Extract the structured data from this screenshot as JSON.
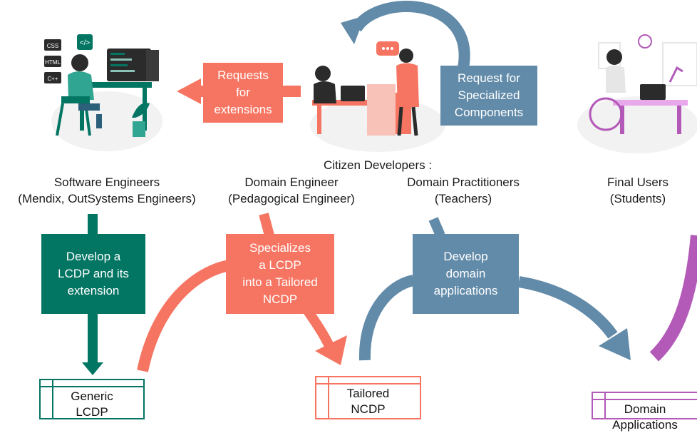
{
  "colors": {
    "teal": "#037563",
    "coral": "#f67562",
    "steel": "#628ba9",
    "purple": "#b35ab8",
    "text": "#1a1a1a"
  },
  "roles": {
    "software_engineers": {
      "line1": "Software Engineers",
      "line2": "(Mendix, OutSystems Engineers)"
    },
    "citizen_developers": {
      "title": "Citizen Developers :"
    },
    "domain_engineer": {
      "line1": "Domain Engineer",
      "line2": "(Pedagogical Engineer)"
    },
    "domain_practitioners": {
      "line1": "Domain Practitioners",
      "line2": "(Teachers)"
    },
    "final_users": {
      "line1": "Final Users",
      "line2": "(Students)"
    }
  },
  "boxes": {
    "requests_extensions": "Requests\nfor\nextensions",
    "request_components": "Request for\nSpecialized\nComponents",
    "develop_lcdp": "Develop a\nLCDP and its\nextension",
    "specializes_lcdp": "Specializes\na LCDP\ninto a Tailored\nNCDP",
    "develop_apps": "Develop\ndomain\napplications"
  },
  "artifacts": {
    "generic_lcdp": "Generic\nLCDP",
    "tailored_ncdp": "Tailored\nNCDP",
    "domain_applications": "Domain\nApplications"
  },
  "illustrations": {
    "software_engineer": "software-engineer-illustration",
    "citizen_developers": "citizen-developers-illustration",
    "final_user": "student-wheelchair-illustration",
    "code_tags": [
      "CSS",
      "HTML",
      "C++",
      "</>"
    ]
  }
}
